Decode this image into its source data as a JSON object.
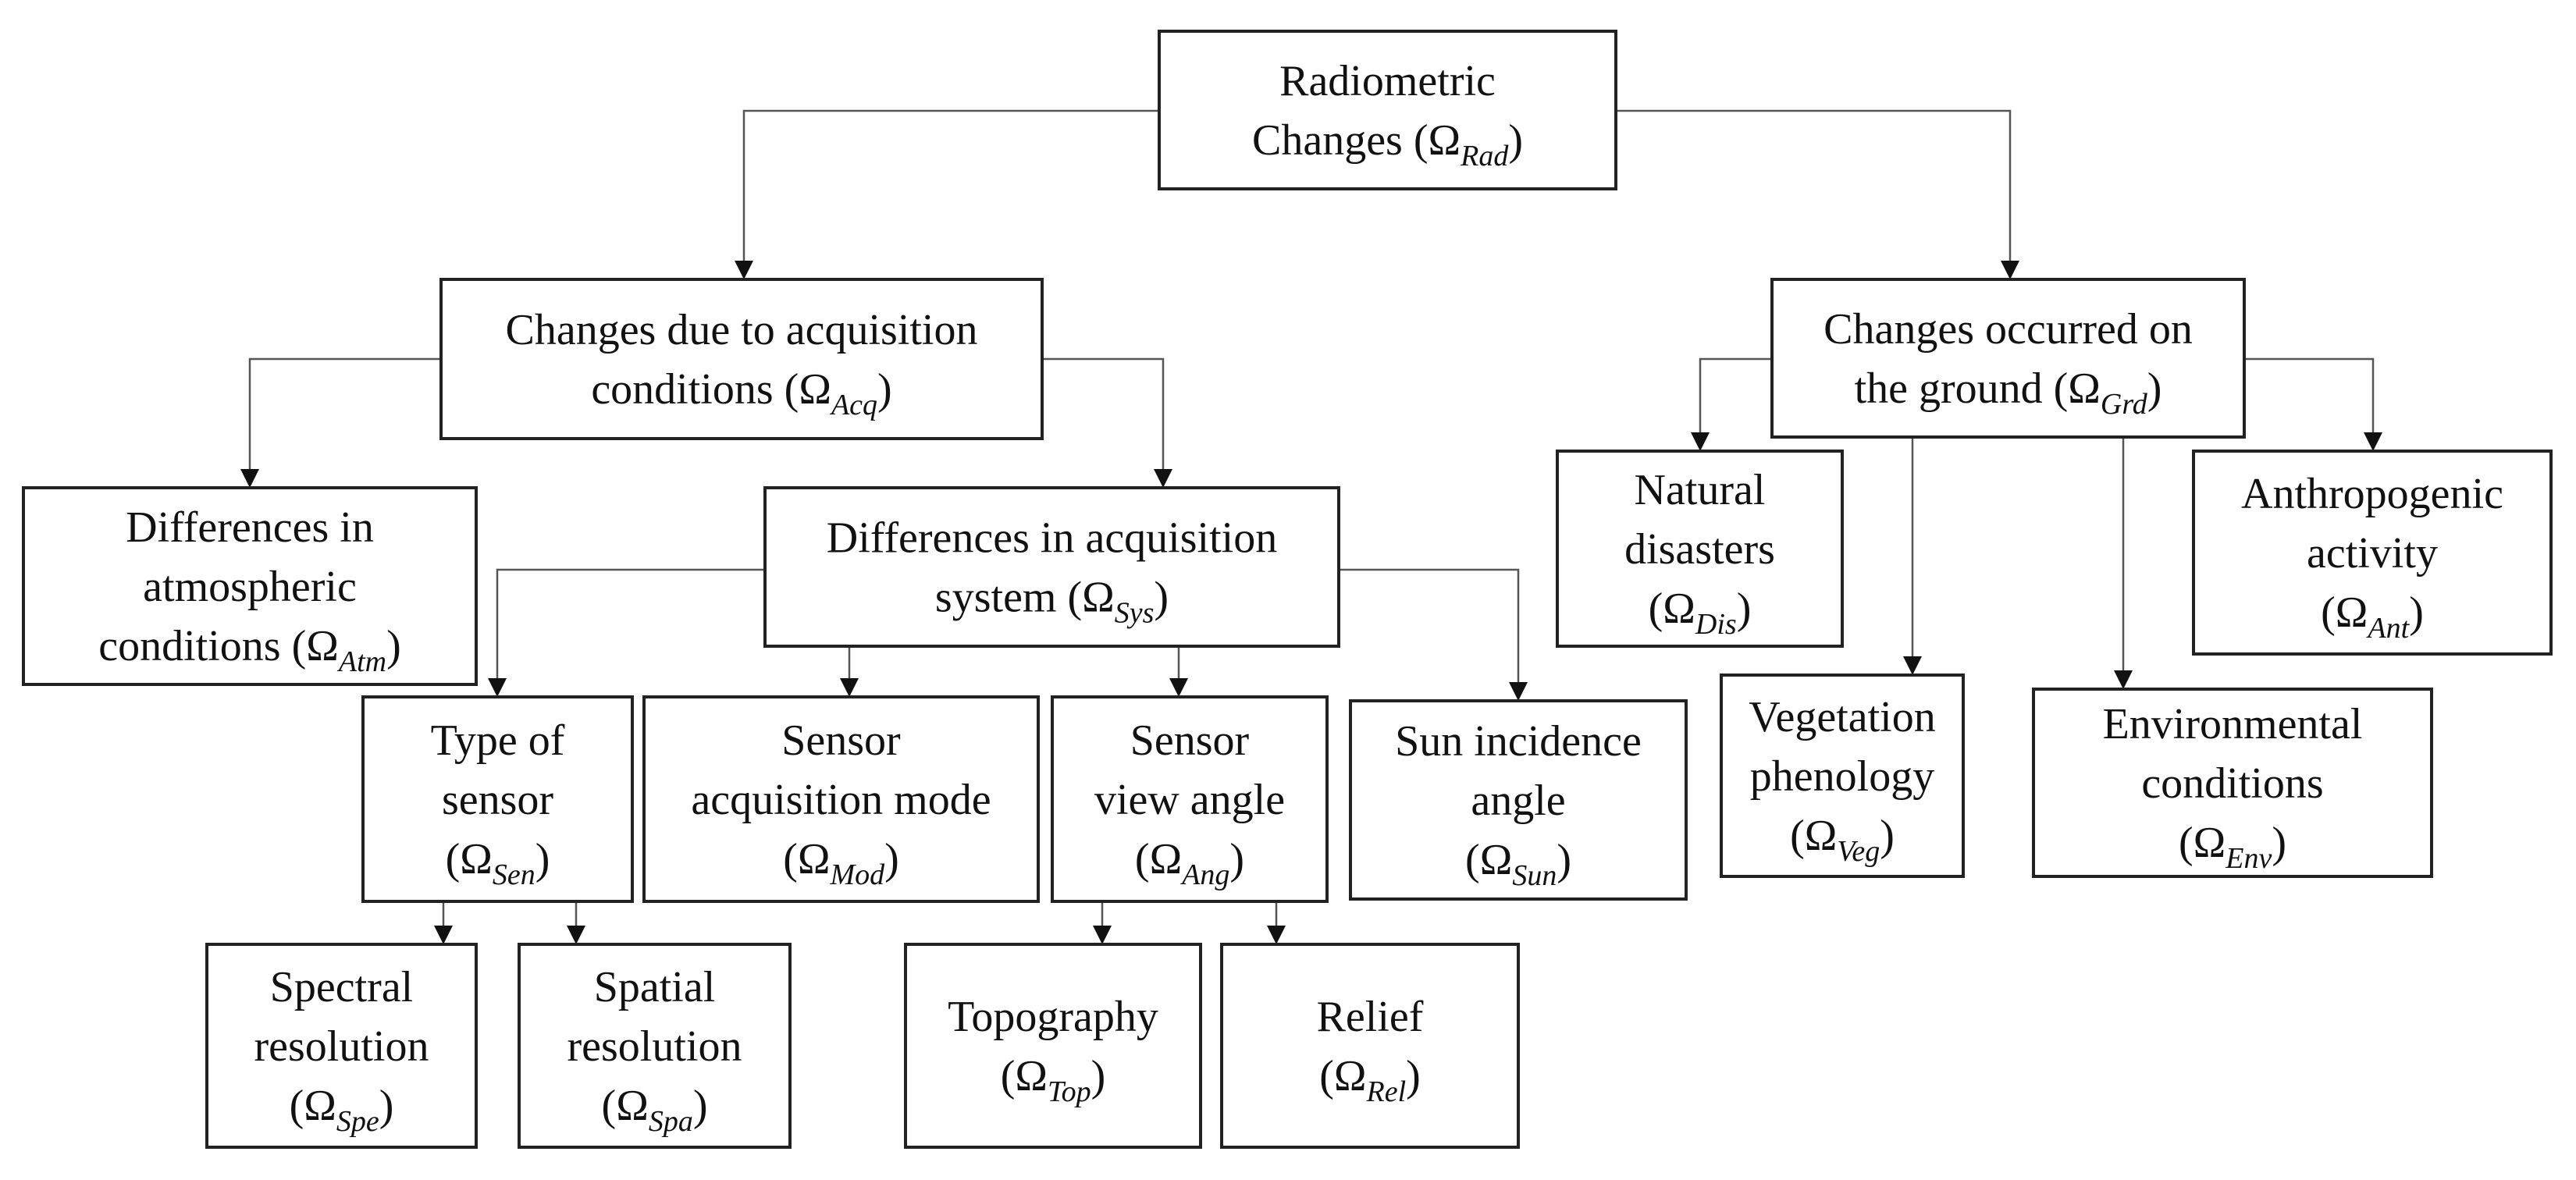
{
  "nodes": [
    {
      "id": "radiometric-changes",
      "lines": [
        "Radiometric",
        "Changes"
      ],
      "symbol": "Ω",
      "subscript": "Rad",
      "inline": true
    },
    {
      "id": "acquisition-conditions",
      "lines": [
        "Changes due to acquisition",
        "conditions"
      ],
      "symbol": "Ω",
      "subscript": "Acq",
      "inline": true
    },
    {
      "id": "ground-changes",
      "lines": [
        "Changes occurred on",
        "the ground"
      ],
      "symbol": "Ω",
      "subscript": "Grd",
      "inline": true
    },
    {
      "id": "atmospheric-conditions",
      "lines": [
        "Differences in",
        "atmospheric",
        "conditions"
      ],
      "symbol": "Ω",
      "subscript": "Atm",
      "inline": true
    },
    {
      "id": "acquisition-system",
      "lines": [
        "Differences in acquisition",
        "system"
      ],
      "symbol": "Ω",
      "subscript": "Sys",
      "inline": true
    },
    {
      "id": "type-of-sensor",
      "lines": [
        "Type of",
        "sensor"
      ],
      "symbol": "Ω",
      "subscript": "Sen",
      "inline": false
    },
    {
      "id": "sensor-acquisition-mode",
      "lines": [
        "Sensor",
        "acquisition mode"
      ],
      "symbol": "Ω",
      "subscript": "Mod",
      "inline": false
    },
    {
      "id": "sensor-view-angle",
      "lines": [
        "Sensor",
        "view angle"
      ],
      "symbol": "Ω",
      "subscript": "Ang",
      "inline": false
    },
    {
      "id": "sun-incidence-angle",
      "lines": [
        "Sun incidence",
        "angle"
      ],
      "symbol": "Ω",
      "subscript": "Sun",
      "inline": false
    },
    {
      "id": "spectral-resolution",
      "lines": [
        "Spectral",
        "resolution"
      ],
      "symbol": "Ω",
      "subscript": "Spe",
      "inline": false
    },
    {
      "id": "spatial-resolution",
      "lines": [
        "Spatial",
        "resolution"
      ],
      "symbol": "Ω",
      "subscript": "Spa",
      "inline": false
    },
    {
      "id": "topography",
      "lines": [
        "Topography"
      ],
      "symbol": "Ω",
      "subscript": "Top",
      "inline": false
    },
    {
      "id": "relief",
      "lines": [
        "Relief"
      ],
      "symbol": "Ω",
      "subscript": "Rel",
      "inline": false
    },
    {
      "id": "natural-disasters",
      "lines": [
        "Natural",
        "disasters"
      ],
      "symbol": "Ω",
      "subscript": "Dis",
      "inline": false
    },
    {
      "id": "vegetation-phenology",
      "lines": [
        "Vegetation",
        "phenology"
      ],
      "symbol": "Ω",
      "subscript": "Veg",
      "inline": false
    },
    {
      "id": "environmental-conditions",
      "lines": [
        "Environmental",
        "conditions"
      ],
      "symbol": "Ω",
      "subscript": "Env",
      "inline": false
    },
    {
      "id": "anthropogenic-activity",
      "lines": [
        "Anthropogenic",
        "activity"
      ],
      "symbol": "Ω",
      "subscript": "Ant",
      "inline": false
    }
  ],
  "edges": [
    {
      "from": "radiometric-changes",
      "to": "acquisition-conditions"
    },
    {
      "from": "radiometric-changes",
      "to": "ground-changes"
    },
    {
      "from": "acquisition-conditions",
      "to": "atmospheric-conditions"
    },
    {
      "from": "acquisition-conditions",
      "to": "acquisition-system"
    },
    {
      "from": "acquisition-system",
      "to": "type-of-sensor"
    },
    {
      "from": "acquisition-system",
      "to": "sensor-acquisition-mode"
    },
    {
      "from": "acquisition-system",
      "to": "sensor-view-angle"
    },
    {
      "from": "acquisition-system",
      "to": "sun-incidence-angle"
    },
    {
      "from": "type-of-sensor",
      "to": "spectral-resolution"
    },
    {
      "from": "type-of-sensor",
      "to": "spatial-resolution"
    },
    {
      "from": "sensor-view-angle",
      "to": "topography"
    },
    {
      "from": "sensor-view-angle",
      "to": "relief"
    },
    {
      "from": "ground-changes",
      "to": "natural-disasters"
    },
    {
      "from": "ground-changes",
      "to": "vegetation-phenology"
    },
    {
      "from": "ground-changes",
      "to": "environmental-conditions"
    },
    {
      "from": "ground-changes",
      "to": "anthropogenic-activity"
    }
  ],
  "colors": {
    "stroke": "#222222",
    "text": "#111111",
    "background": "#ffffff",
    "connector": "#555555"
  }
}
